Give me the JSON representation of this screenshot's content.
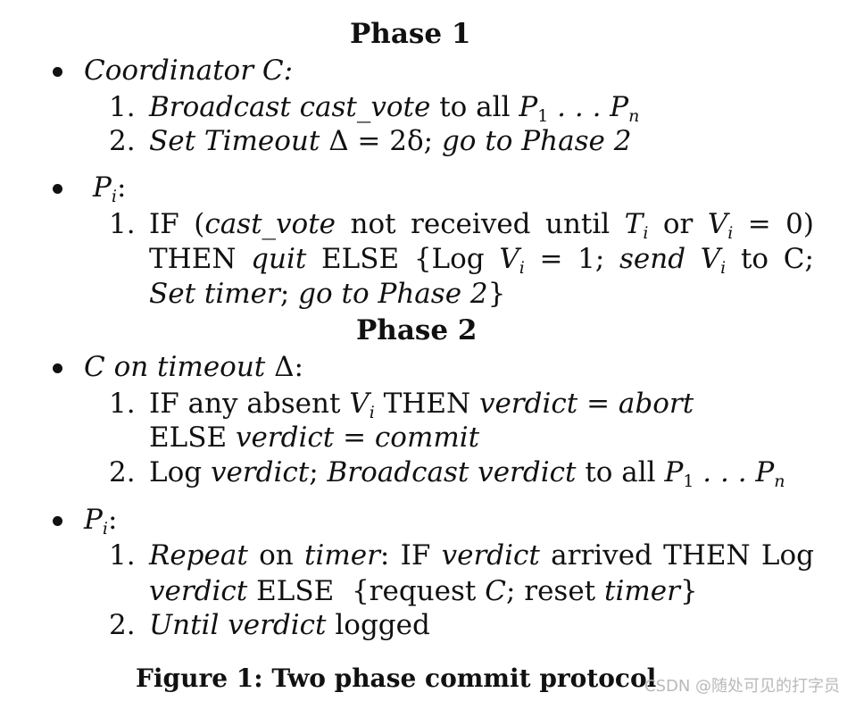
{
  "phase1": {
    "title": "Phase 1",
    "coordinator_label": "Coordinator C:",
    "c_item1_num": "1.",
    "c_item1": {
      "a": "Broadcast cast_vote",
      "b": "to all",
      "c": "P",
      "d": "1",
      "e": " . . . P",
      "f": "n"
    },
    "c_item2_num": "2.",
    "c_item2": {
      "a": "Set Timeout",
      "b": "Δ = 2δ;",
      "c": "go to Phase 2"
    },
    "p_label": {
      "a": "P",
      "b": "i",
      "c": ":"
    },
    "p_item1_num": "1.",
    "p_item1_line1": {
      "a": "IF",
      "b": "(",
      "c": "cast_vote",
      "d": "not",
      "e": "received",
      "f": "until",
      "g": "T",
      "h": "i",
      "i": "or",
      "j": "V",
      "k": "i",
      "l": "=",
      "m": "0)"
    },
    "p_item1_line2": {
      "a": "THEN",
      "b": "quit",
      "c": "ELSE",
      "d": "{Log",
      "e": "V",
      "f": "i",
      "g": "=",
      "h": "1;",
      "i": "send",
      "j": "V",
      "k": "i",
      "l": "to",
      "m": "C;"
    },
    "p_item1_line3": {
      "a": "Set timer",
      "b": ";",
      "c": "go to Phase 2",
      "d": "}"
    }
  },
  "phase2": {
    "title": "Phase 2",
    "c_label": {
      "a": "C on timeout",
      "b": " Δ:"
    },
    "c_item1_num": "1.",
    "c_item1_line1": {
      "a": "IF any absent",
      "b": "V",
      "c": "i",
      "d": "THEN",
      "e": "verdict",
      "f": "=",
      "g": "abort"
    },
    "c_item1_line2": {
      "a": "ELSE",
      "b": "verdict",
      "c": "=",
      "d": "commit"
    },
    "c_item2_num": "2.",
    "c_item2": {
      "a": "Log",
      "b": "verdict",
      "c": ";",
      "d": "Broadcast verdict",
      "e": "to all",
      "f": "P",
      "g": "1",
      "h": " . . . P",
      "i": "n"
    },
    "p_label": {
      "a": "P",
      "b": "i",
      "c": ":"
    },
    "p_item1_num": "1.",
    "p_item1_line1": {
      "a": "Repeat",
      "b": "on",
      "c": "timer",
      "d": ":",
      "e": "IF",
      "f": "verdict",
      "g": "arrived",
      "h": "THEN",
      "i": "Log"
    },
    "p_item1_line2": {
      "a": "verdict",
      "b": "ELSE",
      "c": "{request",
      "d": "C",
      "e": "; reset",
      "f": "timer",
      "g": "}"
    },
    "p_item2_num": "2.",
    "p_item2": {
      "a": "Until verdict",
      "b": "logged"
    }
  },
  "caption": "Figure 1: Two phase commit protocol",
  "watermark": "CSDN @随处可见的打字员"
}
